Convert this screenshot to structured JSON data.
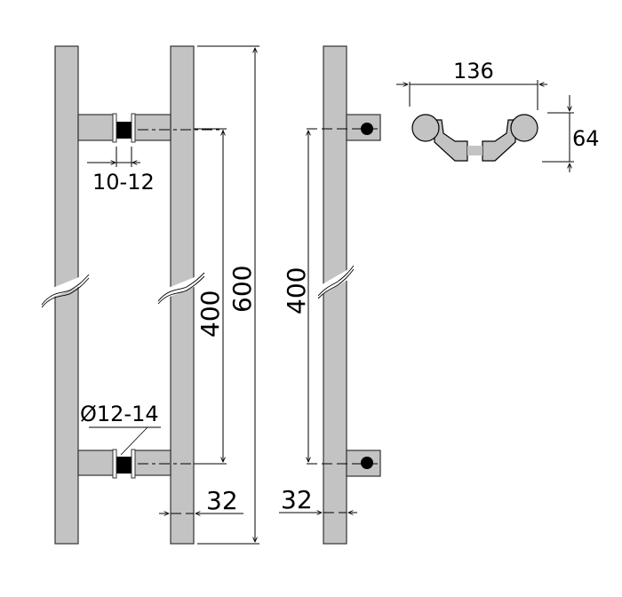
{
  "drawing": {
    "colors": {
      "metal": "#c3c3c3",
      "outline": "#333333",
      "spacer": "#000000",
      "line": "#000000",
      "background": "#ffffff"
    },
    "front_view": {
      "dims": {
        "spacer_gap": "10-12",
        "bolt_diameter": "Ø12-14",
        "center_distance": "400",
        "overall_length": "600",
        "bar_width": "32"
      }
    },
    "side_view": {
      "dims": {
        "center_distance": "400",
        "bar_width": "32"
      }
    },
    "top_view": {
      "dims": {
        "width": "136",
        "depth": "64"
      }
    }
  }
}
